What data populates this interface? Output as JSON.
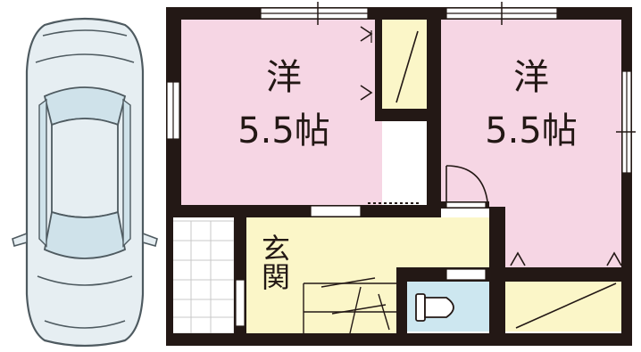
{
  "rooms": {
    "western_left": {
      "type": "洋",
      "size": "5.5帖"
    },
    "western_right": {
      "type": "洋",
      "size": "5.5帖"
    },
    "entrance": {
      "label": "玄関"
    }
  },
  "colors": {
    "wall": "#231815",
    "western_room": "#f6d6e4",
    "entrance_floor": "#fbf6c8",
    "closet": "#fbf6c8",
    "toilet": "#cde7f0",
    "car_body": "#e6eef2",
    "car_glass": "#cfe2ea",
    "car_outline": "#4e5a60"
  },
  "icons": [
    "car-icon",
    "toilet-icon",
    "door-swing-icon",
    "window-icon"
  ]
}
